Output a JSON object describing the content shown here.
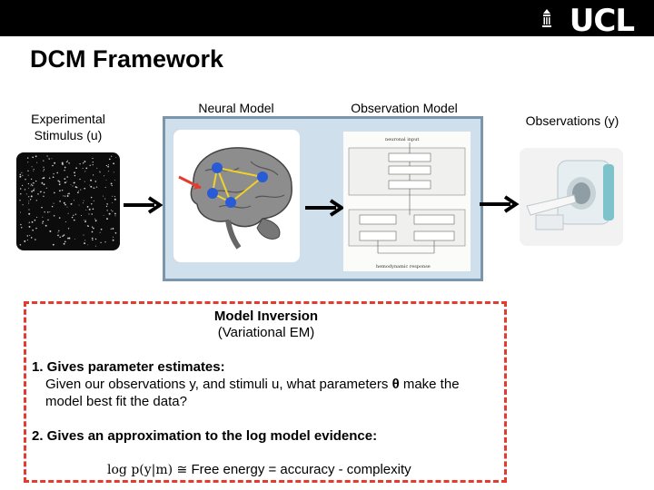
{
  "header": {
    "logo": "UCL",
    "title": "DCM Framework"
  },
  "columns": {
    "stimulus_line1": "Experimental",
    "stimulus_line2": "Stimulus (u)",
    "neural": "Neural Model",
    "observation": "Observation Model",
    "observations": "Observations (y)"
  },
  "obs_diagram": {
    "top": "neuronal input",
    "bottom": "hemodynamic response"
  },
  "inversion": {
    "title": "Model Inversion",
    "subtitle": "(Variational  EM)",
    "point1_heading": "1. Gives parameter estimates:",
    "point1_before": "Given our observations  y, and stimuli u, what parameters ",
    "theta": "θ",
    "point1_after": " make the model best fit the data?",
    "point2_heading": "2. Gives an approximation  to the log model evidence:",
    "equation_lhs": "log p(y|m) ≅",
    "equation_rhs": " Free energy = accuracy  - complexity"
  },
  "colors": {
    "panel": "#cfe0ec",
    "panel_border": "#7a96ad",
    "dashed_border": "#e23c2e",
    "node": "#2a5bd7",
    "node_edge": "#f1d22a"
  }
}
